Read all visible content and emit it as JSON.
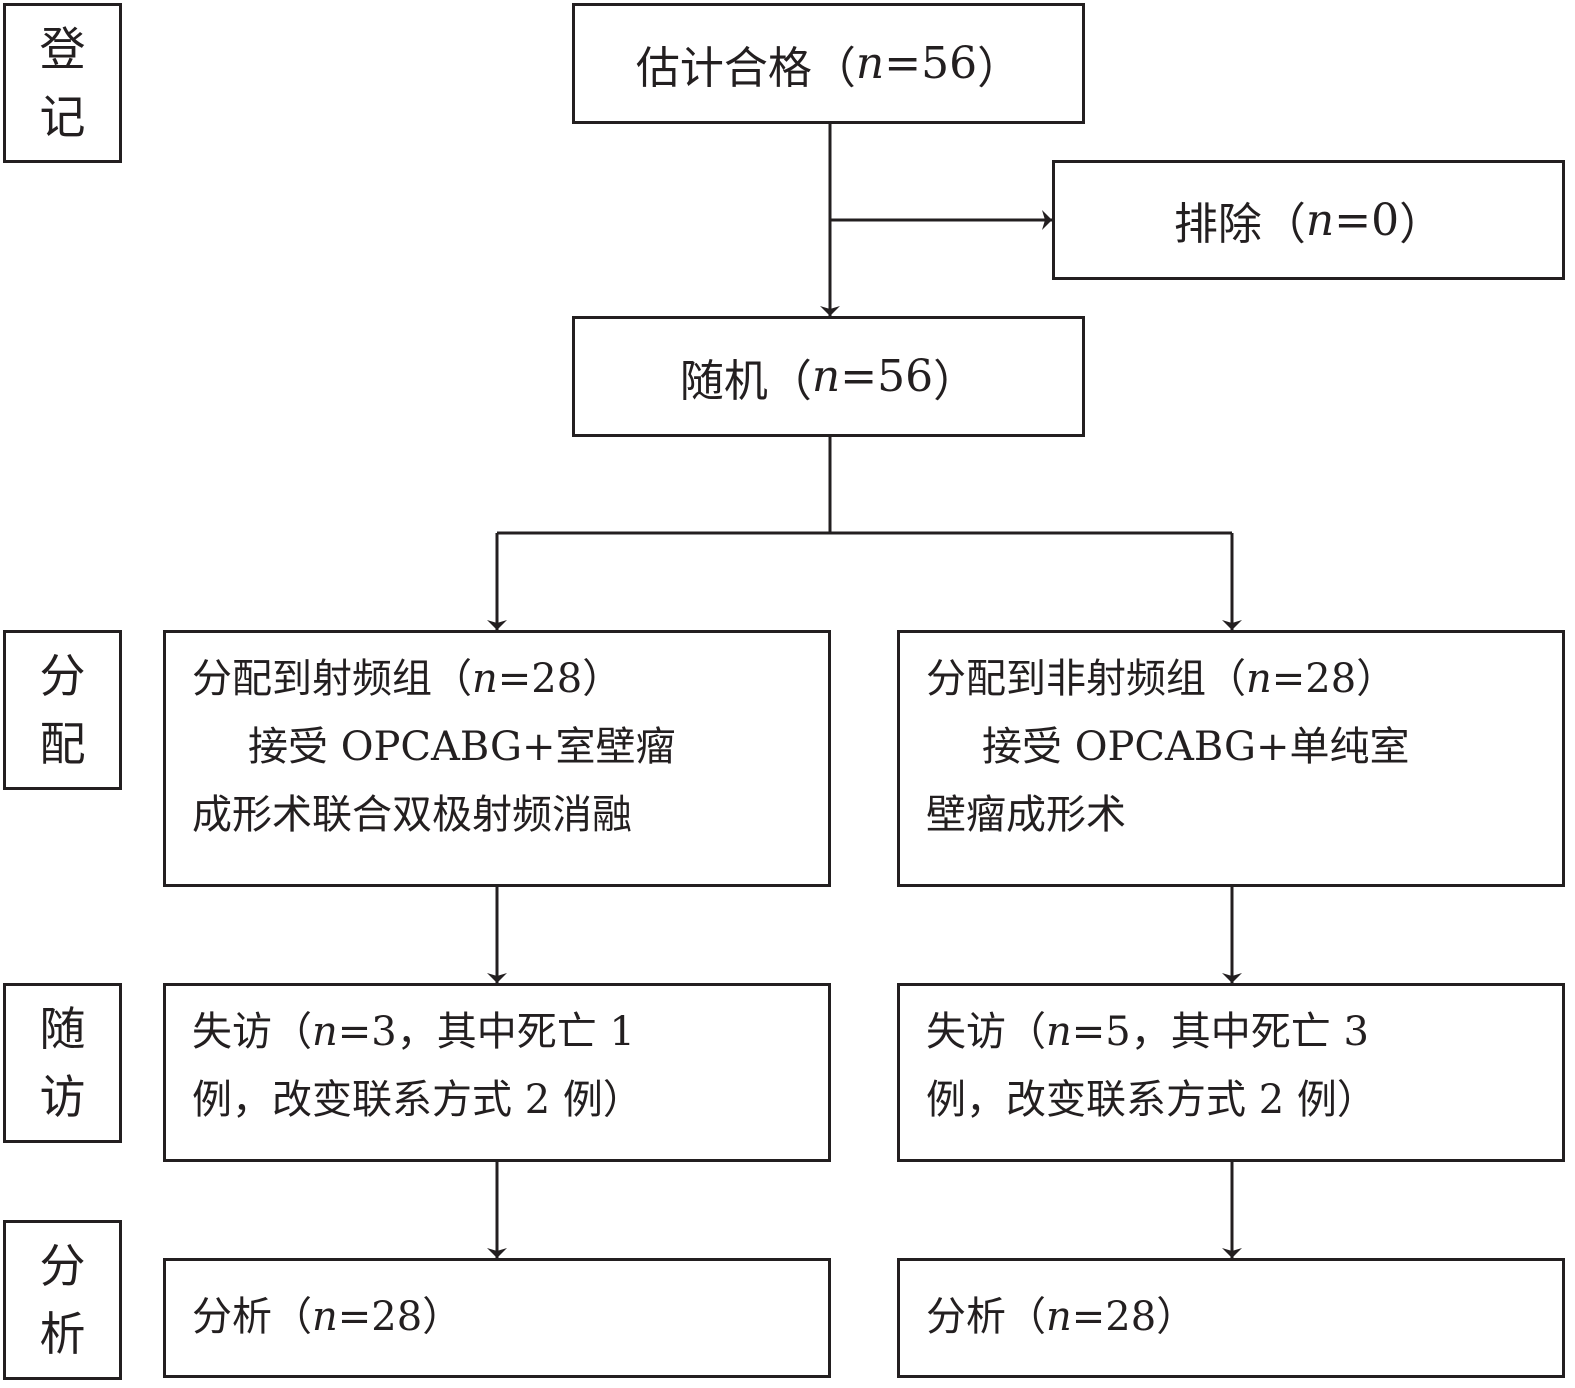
{
  "diagram": {
    "type": "CONSORT flow diagram",
    "stages": [
      {
        "id": "enrollment",
        "chars": [
          "登",
          "记"
        ]
      },
      {
        "id": "allocation",
        "chars": [
          "分",
          "配"
        ]
      },
      {
        "id": "follow_up",
        "chars": [
          "随",
          "访"
        ]
      },
      {
        "id": "analysis",
        "chars": [
          "分",
          "析"
        ]
      }
    ],
    "nodes": {
      "eligible": {
        "label": "估计合格（",
        "n_symbol": "n",
        "value": "=56",
        "close": "）"
      },
      "excluded": {
        "label": "排除（",
        "n_symbol": "n",
        "value": "=0",
        "close": "）"
      },
      "randomized": {
        "label": "随机（",
        "n_symbol": "n",
        "value": "=56",
        "close": "）"
      },
      "alloc_rf": {
        "line1_label": "分配到射频组（",
        "n_symbol": "n",
        "line1_value": "=28",
        "line1_close": "）",
        "line2": "  接受 OPCABG+室壁瘤",
        "line3": "成形术联合双极射频消融"
      },
      "alloc_nonrf": {
        "line1_label": "分配到非射频组（",
        "n_symbol": "n",
        "line1_value": "=28",
        "line1_close": "）",
        "line2": "  接受 OPCABG+单纯室",
        "line3": "壁瘤成形术"
      },
      "lost_rf": {
        "line1_label": "失访（",
        "n_symbol": "n",
        "line1_value": "=3，其中死亡 1",
        "line2": "例，改变联系方式 2 例）"
      },
      "lost_nonrf": {
        "line1_label": "失访（",
        "n_symbol": "n",
        "line1_value": "=5，其中死亡 3",
        "line2": "例，改变联系方式 2 例）"
      },
      "analysis_rf": {
        "label": "分析（",
        "n_symbol": "n",
        "value": "=28",
        "close": "）"
      },
      "analysis_nonrf": {
        "label": "分析（",
        "n_symbol": "n",
        "value": "=28",
        "close": "）"
      }
    },
    "edges": [
      [
        "eligible",
        "randomized"
      ],
      [
        "eligible",
        "excluded"
      ],
      [
        "randomized",
        "alloc_rf"
      ],
      [
        "randomized",
        "alloc_nonrf"
      ],
      [
        "alloc_rf",
        "lost_rf"
      ],
      [
        "alloc_nonrf",
        "lost_nonrf"
      ],
      [
        "lost_rf",
        "analysis_rf"
      ],
      [
        "lost_nonrf",
        "analysis_nonrf"
      ]
    ],
    "colors": {
      "stroke": "#231f20",
      "background": "#ffffff"
    }
  }
}
